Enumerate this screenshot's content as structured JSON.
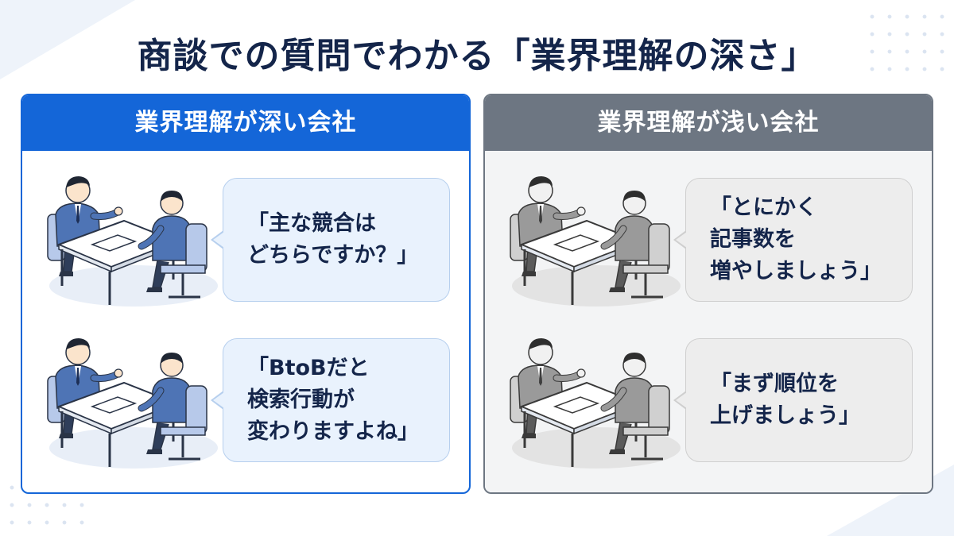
{
  "title": "商談での質問でわかる「業界理解の深さ」",
  "colors": {
    "deep_accent": "#1466d8",
    "shallow_accent": "#6d7682",
    "title_text": "#14254a",
    "deep_bubble": "#e9f2fd",
    "shallow_bubble": "#ededed"
  },
  "panels": {
    "deep": {
      "header": "業界理解が深い会社",
      "icon": "business-meeting-icon",
      "quotes": [
        {
          "lines": [
            "「主な競合は",
            "どちらですか？」"
          ]
        },
        {
          "lines": [
            "「BtoBだと",
            "検索行動が",
            "変わりますよね」"
          ]
        }
      ]
    },
    "shallow": {
      "header": "業界理解が浅い会社",
      "icon": "business-meeting-icon",
      "quotes": [
        {
          "lines": [
            "「とにかく",
            "記事数を",
            "増やしましょう」"
          ]
        },
        {
          "lines": [
            "「まず順位を",
            "上げましょう」"
          ]
        }
      ]
    }
  }
}
